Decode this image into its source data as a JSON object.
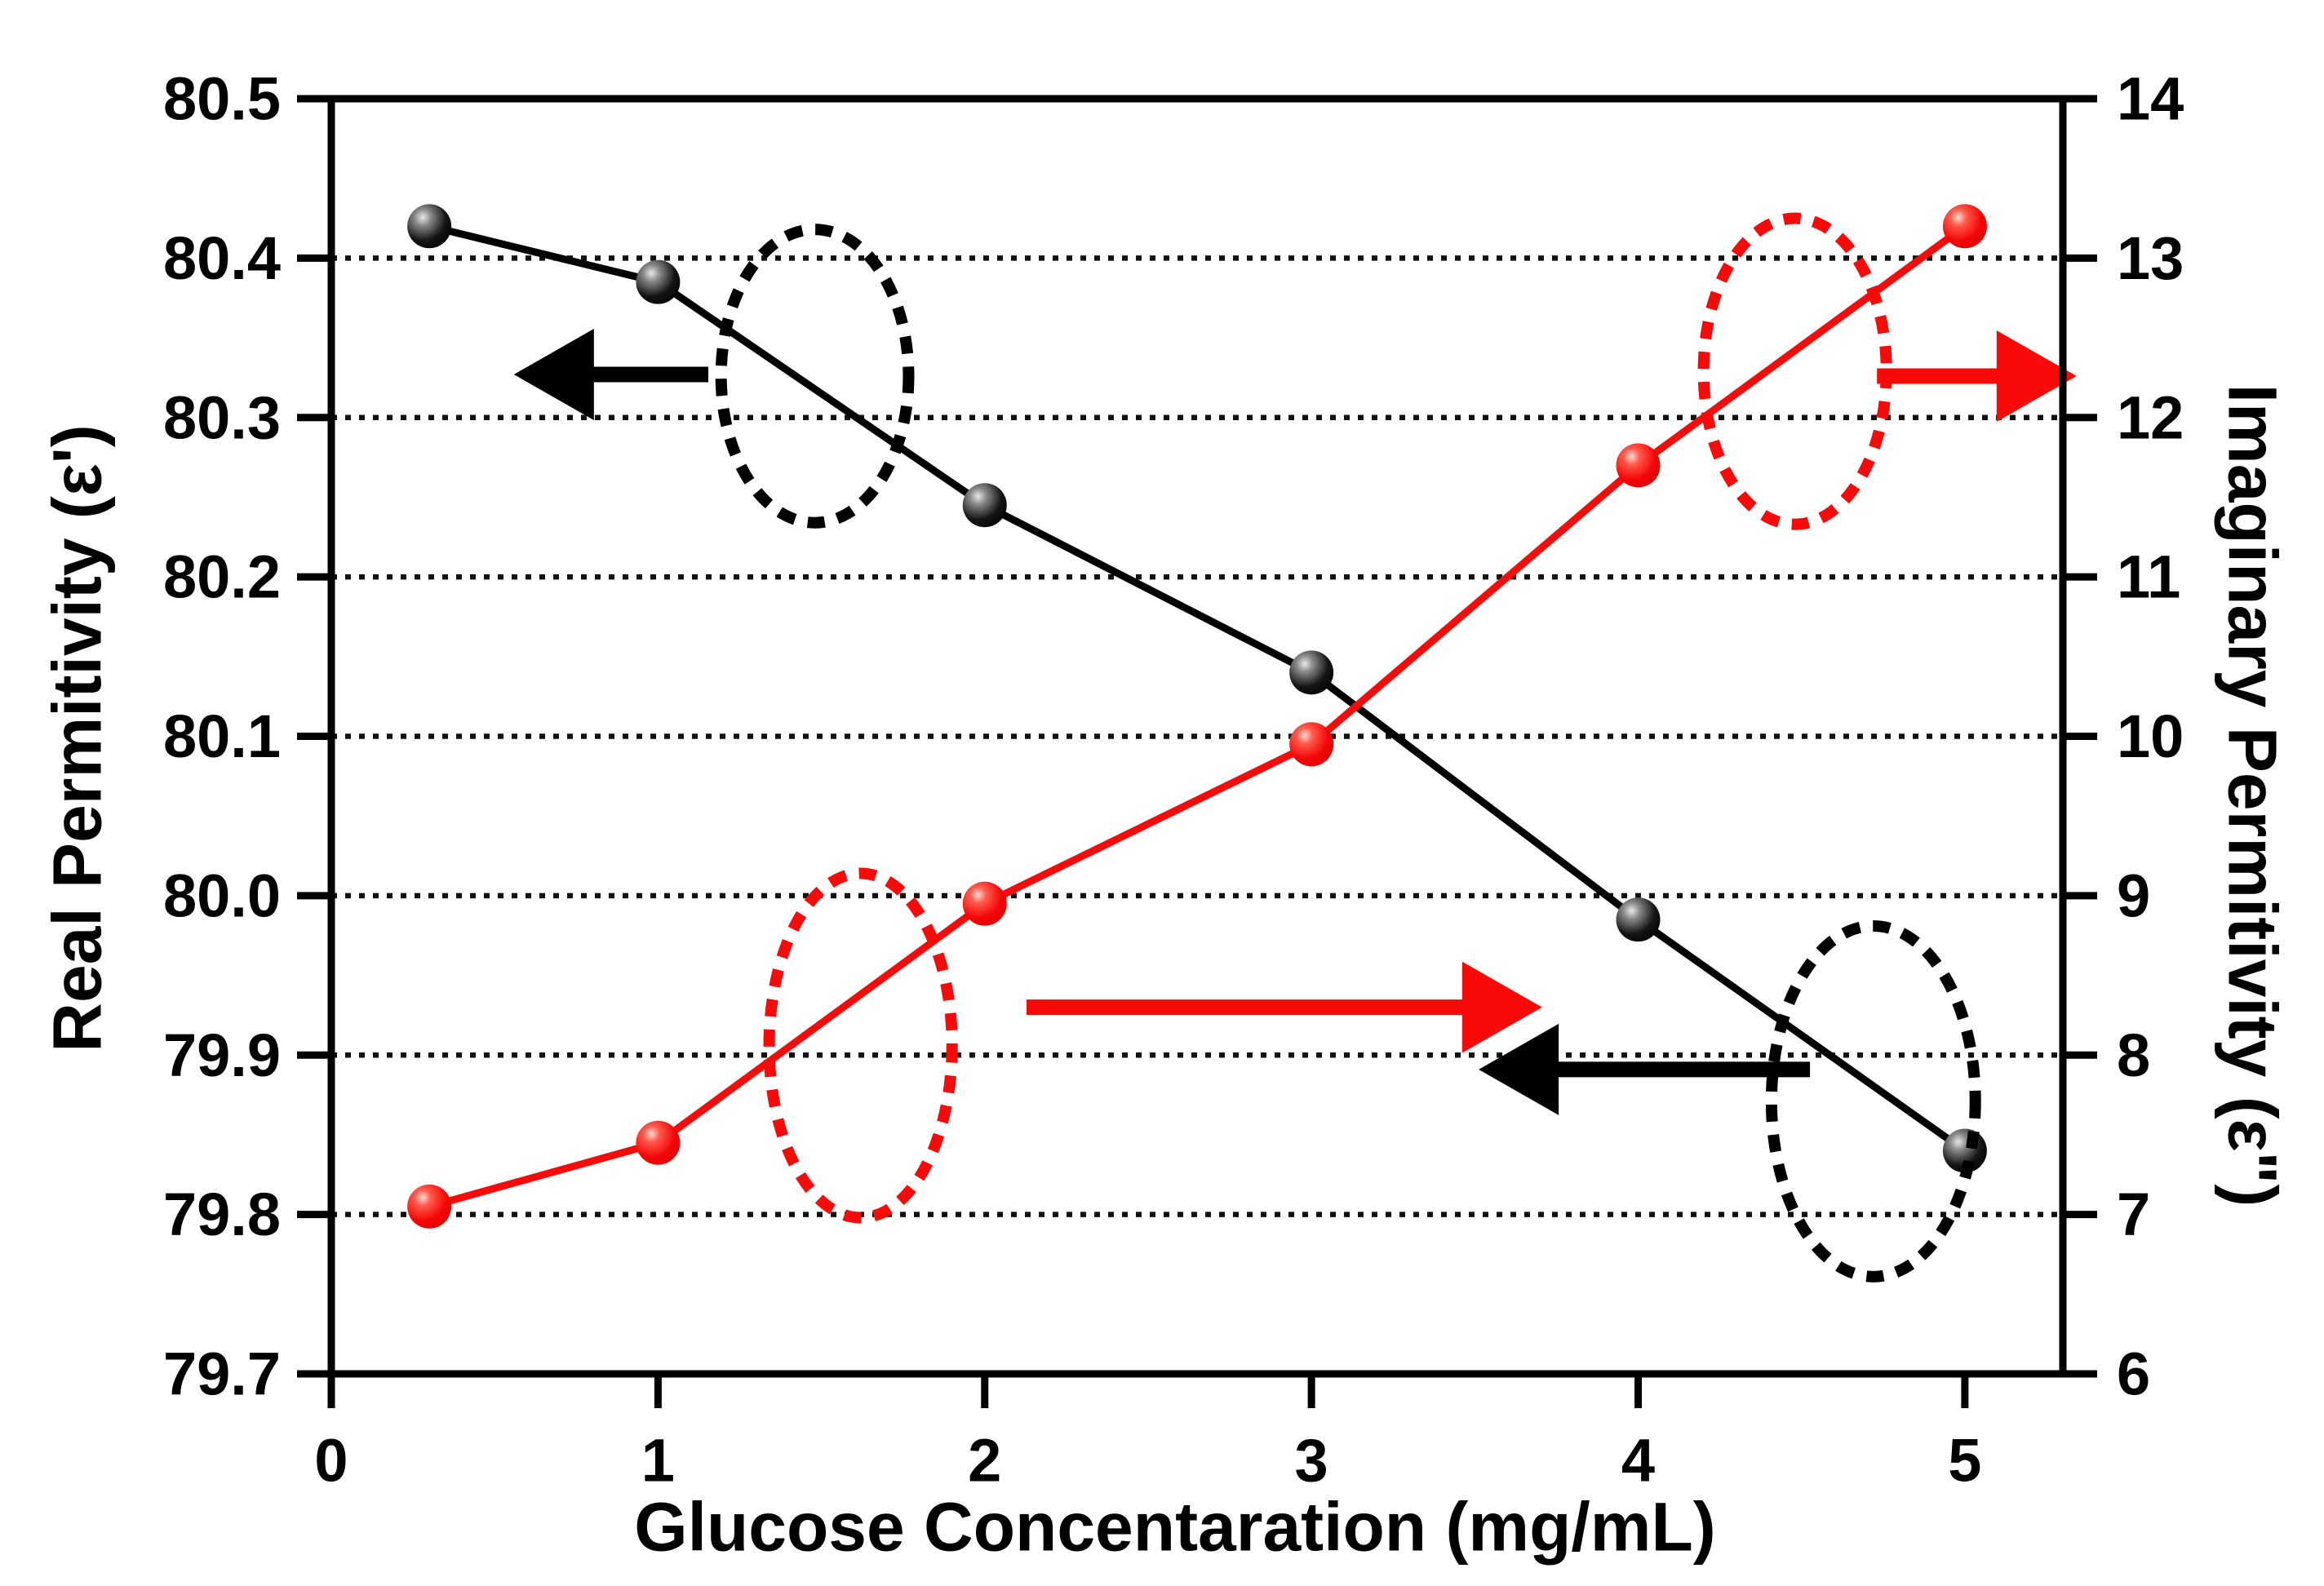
{
  "chart_data": {
    "type": "line",
    "title": "",
    "xlabel": "Glucose Concentaration (mg/mL)",
    "ylabel_left": "Real Permitivity (ε')",
    "ylabel_right": "Imaginary Permitivity (ε\")",
    "background_color": "#ffffff",
    "frame_color": "#000000",
    "series_colors": {
      "real": "#000000",
      "imaginary": "#fa0909"
    },
    "axes": {
      "x": {
        "min": 0,
        "max": 5.3,
        "ticks": [
          0,
          1,
          2,
          3,
          4,
          5
        ],
        "tick_labels": [
          "0",
          "1",
          "2",
          "3",
          "4",
          "5"
        ]
      },
      "left": {
        "min": 79.7,
        "max": 80.5,
        "ticks": [
          80.5,
          80.4,
          80.3,
          80.2,
          80.1,
          80.0,
          79.9,
          79.8,
          79.7
        ],
        "tick_labels": [
          "80.5",
          "80.4",
          "80.3",
          "80.2",
          "80.1",
          "80.0",
          "79.9",
          "79.8",
          "79.7"
        ]
      },
      "right": {
        "min": 6,
        "max": 14,
        "ticks": [
          14,
          13,
          12,
          11,
          10,
          9,
          8,
          7,
          6
        ],
        "tick_labels": [
          "14",
          "13",
          "12",
          "11",
          "10",
          "9",
          "8",
          "7",
          "6"
        ]
      }
    },
    "grid": {
      "show": true,
      "style": "dotted",
      "at_left_values": [
        80.4,
        80.3,
        80.2,
        80.1,
        80.0,
        79.9,
        79.8
      ]
    },
    "legend": {
      "show": false
    },
    "series": [
      {
        "name": "real-permittivity",
        "axis": "left",
        "color": "#000000",
        "marker": "sphere-black",
        "x": [
          0.3,
          1,
          2,
          3,
          4,
          5
        ],
        "y": [
          80.42,
          80.385,
          80.245,
          80.14,
          79.985,
          79.84
        ]
      },
      {
        "name": "imaginary-permittivity",
        "axis": "right",
        "color": "#fa0909",
        "marker": "sphere-red",
        "x": [
          0.3,
          1,
          2,
          3,
          4,
          5
        ],
        "y": [
          7.05,
          7.45,
          8.95,
          9.95,
          11.7,
          13.2
        ]
      }
    ],
    "annotations": {
      "ellipses": [
        {
          "name": "black-dotted-ellipse-upper-left",
          "color": "#000000",
          "cx": 1.48,
          "cy": 80.326,
          "rx": 0.287,
          "ry": 0.092
        },
        {
          "name": "red-dotted-ellipse-lower-left",
          "color": "#fa0909",
          "cx": 1.62,
          "cy": 79.906,
          "rx": 0.28,
          "ry": 0.108
        },
        {
          "name": "red-dotted-ellipse-upper-right",
          "color": "#fa0909",
          "cx": 4.48,
          "cy": 80.329,
          "rx": 0.28,
          "ry": 0.096
        },
        {
          "name": "black-dotted-ellipse-lower-right",
          "color": "#000000",
          "cx": 4.72,
          "cy": 79.871,
          "rx": 0.312,
          "ry": 0.11
        }
      ],
      "arrows": [
        {
          "name": "black-arrow-to-left-axis-upper",
          "color": "#000000",
          "x_tail": 1.154,
          "x_tip": 0.559,
          "y": 80.327
        },
        {
          "name": "red-arrow-to-right-axis-middle",
          "color": "#fa0909",
          "x_tail": 2.128,
          "x_tip": 3.706,
          "y": 79.93
        },
        {
          "name": "red-arrow-to-right-axis-upper",
          "color": "#fa0909",
          "x_tail": 4.731,
          "x_tip": 5.342,
          "y": 80.326
        },
        {
          "name": "black-arrow-to-left-axis-lower",
          "color": "#000000",
          "x_tail": 4.526,
          "x_tip": 3.512,
          "y": 79.891
        }
      ]
    }
  }
}
